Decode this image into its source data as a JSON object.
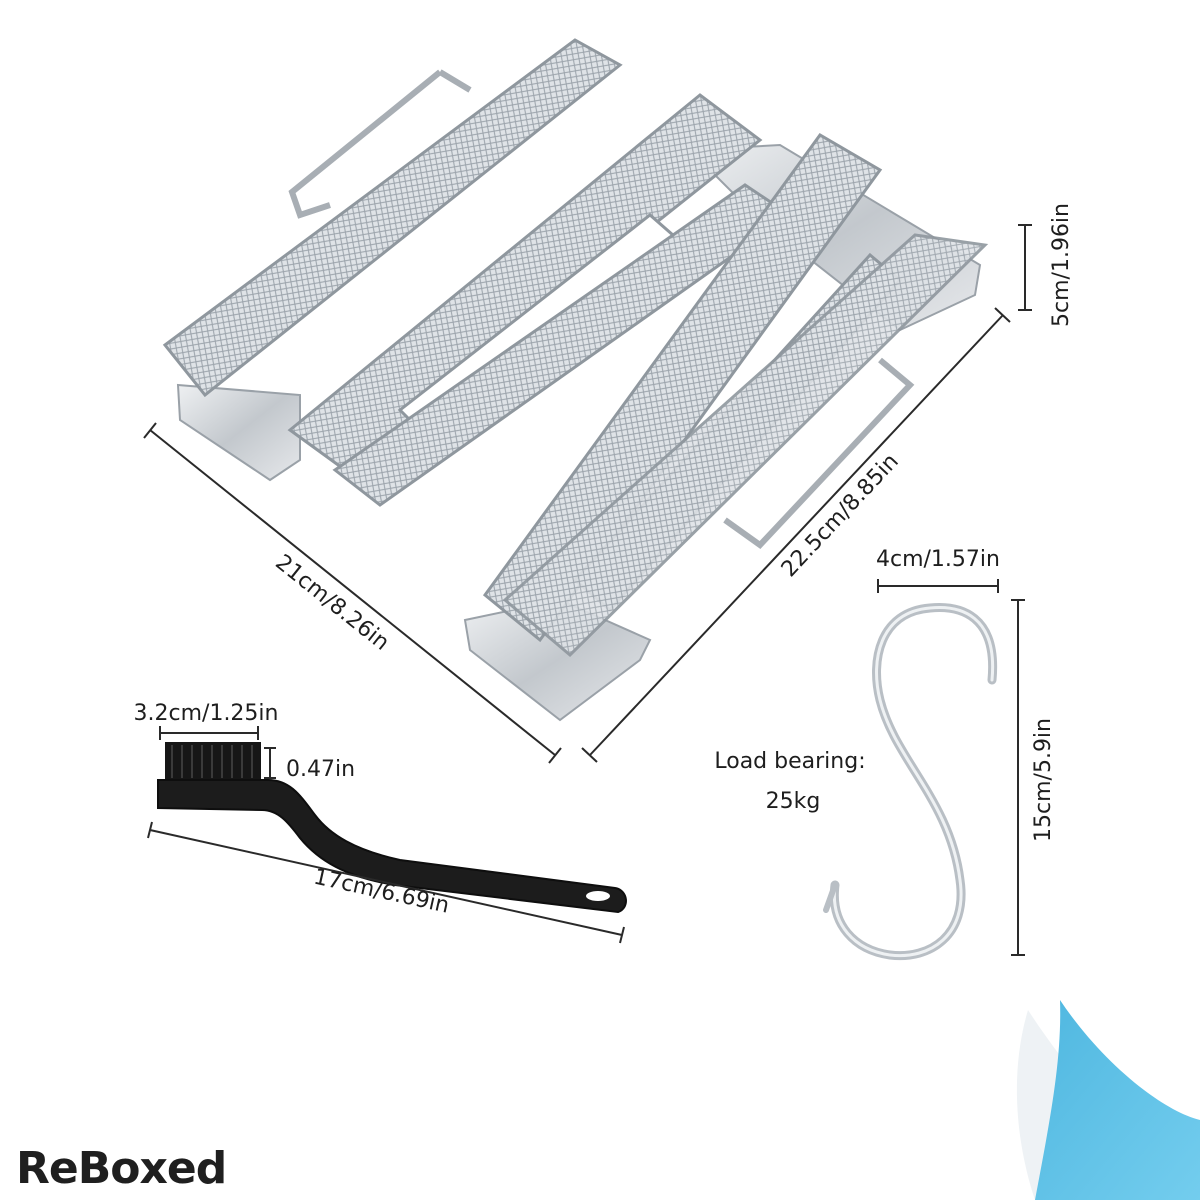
{
  "dimensions": {
    "tray_length": "21cm/8.26in",
    "tray_width": "22.5cm/8.85in",
    "tray_height": "5cm/1.96in",
    "hook_width": "4cm/1.57in",
    "hook_length": "15cm/5.9in",
    "brush_head_width": "3.2cm/1.25in",
    "brush_head_height": "0.47in",
    "brush_length": "17cm/6.69in"
  },
  "load": {
    "label": "Load bearing:",
    "value": "25kg"
  },
  "brand": {
    "name": "ReBoxed"
  },
  "colors": {
    "steel": "#c9ced3",
    "brush_handle": "#1c1c1c",
    "corner_blue": "#5fc3e6"
  },
  "icons": {
    "main_product": "smoker-mesh-tray",
    "hook": "s-hook-icon",
    "brush": "cleaning-brush-icon"
  }
}
